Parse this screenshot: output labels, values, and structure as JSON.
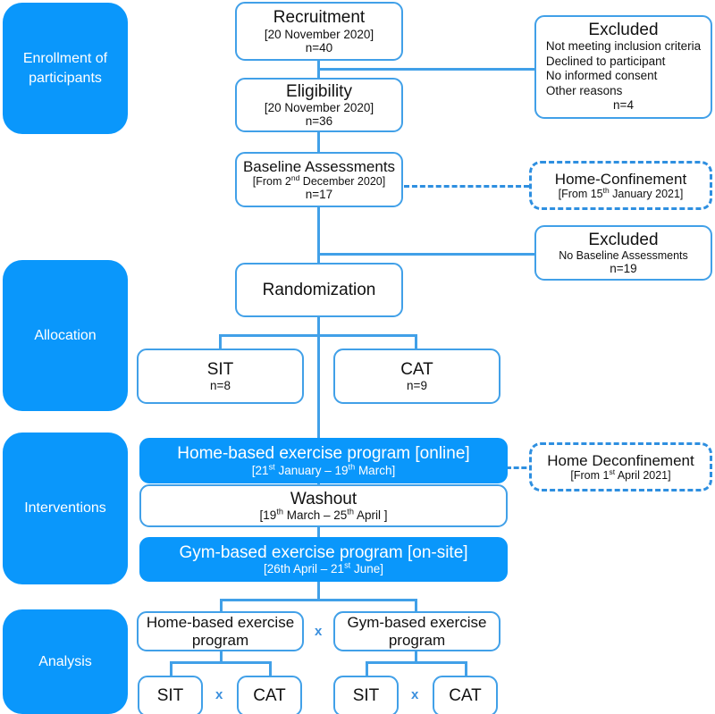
{
  "diagram": {
    "title": "CONSORT participant flow diagram",
    "accent_fill": "#0a97fb",
    "accent_border": "#41a0e8",
    "dashed_border": "#2e8fe0",
    "text_dark": "#111111",
    "text_light": "#ffffff"
  },
  "stages": [
    {
      "label": "Enrollment of participants"
    },
    {
      "label": "Allocation"
    },
    {
      "label": "Interventions"
    },
    {
      "label": "Analysis"
    }
  ],
  "nodes": {
    "recruitment": {
      "title": "Recruitment",
      "date": "[20 November 2020]",
      "n": "n=40"
    },
    "eligibility": {
      "title": "Eligibility",
      "date": "[20 November 2020]",
      "n": "n=36"
    },
    "baseline": {
      "title": "Baseline Assessments",
      "date_pre": "[From 2",
      "date_sup": "nd",
      "date_post": " December 2020]",
      "n": "n=17"
    },
    "randomization": {
      "title": "Randomization"
    },
    "sit_alloc": {
      "title": "SIT",
      "n": "n=8"
    },
    "cat_alloc": {
      "title": "CAT",
      "n": "n=9"
    }
  },
  "excluded_1": {
    "title": "Excluded",
    "reasons": [
      "Not meeting inclusion criteria",
      "Declined to participant",
      "No informed consent",
      "Other reasons"
    ],
    "n": "n=4"
  },
  "excluded_2": {
    "title": "Excluded",
    "reason": "No Baseline Assessments",
    "n": "n=19"
  },
  "home_confinement": {
    "title": "Home-Confinement",
    "date_pre": "[From 15",
    "date_sup": "th",
    "date_post": " January 2021]"
  },
  "home_deconfinement": {
    "title": "Home Deconfinement",
    "date_pre": "[From 1",
    "date_sup": "st",
    "date_post": " April 2021]"
  },
  "interventions": {
    "home_program": {
      "title": "Home-based exercise program [online]",
      "d1_pre": "[21",
      "d1_sup": "st",
      "d1_post": " January – 19",
      "d2_sup": "th",
      "d2_post": " March]"
    },
    "washout": {
      "title": "Washout",
      "d1_pre": "[19",
      "d1_sup": "th",
      "d1_post": " March – 25",
      "d2_sup": "th",
      "d2_post": " April ]"
    },
    "gym_program": {
      "title": "Gym-based exercise program [on-site]",
      "d1_pre": "[26th April – 21",
      "d1_sup": "st",
      "d1_post": " June]"
    }
  },
  "analysis": {
    "home_arm": {
      "line1": "Home-based exercise",
      "line2": "program"
    },
    "gym_arm": {
      "line1": "Gym-based exercise",
      "line2": "program"
    },
    "cross": "x",
    "leaves": [
      {
        "label": "SIT"
      },
      {
        "label": "CAT"
      },
      {
        "label": "SIT"
      },
      {
        "label": "CAT"
      }
    ]
  }
}
